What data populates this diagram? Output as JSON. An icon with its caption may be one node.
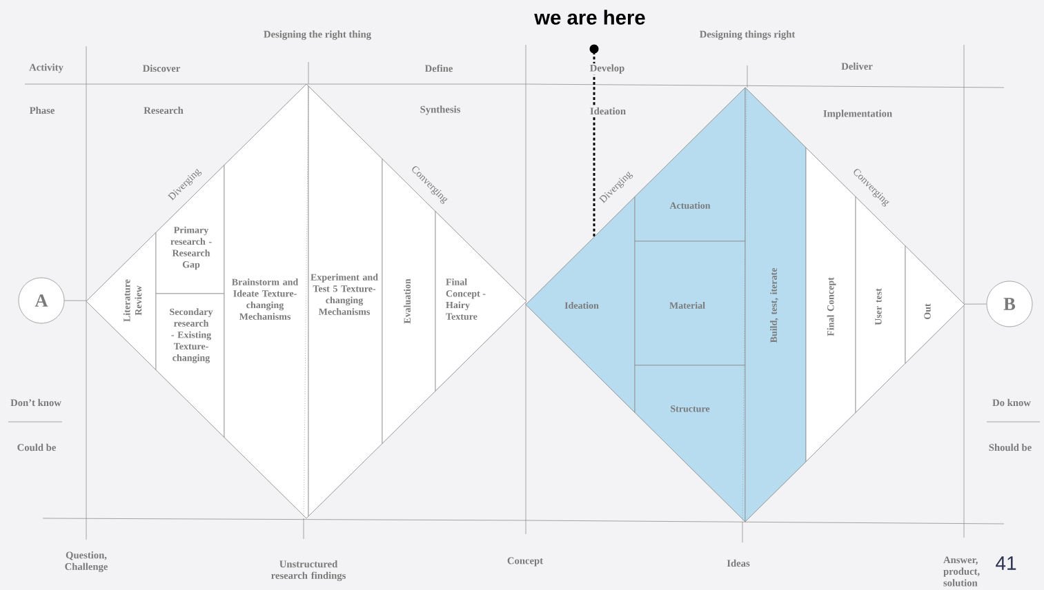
{
  "diagram": {
    "nodes": [
      {
        "text": [
          "A"
        ]
      },
      {
        "text": [],
        "shape": "diamond",
        "beside": [
          "Diverging",
          "Converging"
        ]
      },
      {
        "text": [
          "Literature Review"
        ],
        "in": 1
      },
      {
        "text": [
          "Primary research - Research Gap"
        ],
        "in": 1
      },
      {
        "text": [
          "Secondary research - Existing Texture-changing"
        ],
        "in": 1
      },
      {
        "text": [
          "Brainstorm and Ideate Texture-changing Mechanisms"
        ],
        "in": 1
      },
      {
        "text": [
          "Experiment and Test 5 Texture-changing Mechanisms"
        ],
        "in": 1
      },
      {
        "text": [
          "Evaluation"
        ],
        "in": 1
      },
      {
        "text": [
          "Final Concept - Hairy Texture"
        ],
        "in": 1
      },
      {
        "text": [],
        "shape": "diamond",
        "beside": [
          "Diverging",
          "Converging"
        ]
      },
      {
        "text": [
          "Ideation"
        ],
        "in": 9
      },
      {
        "text": [
          "Actuation"
        ],
        "in": 9
      },
      {
        "text": [
          "Material"
        ],
        "in": 9
      },
      {
        "text": [
          "Structure"
        ],
        "in": 9
      },
      {
        "text": [
          "Build, test, iterate"
        ],
        "in": 9
      },
      {
        "text": [
          "Final Concept"
        ],
        "in": 9
      },
      {
        "text": [
          "User test"
        ],
        "in": 9
      },
      {
        "text": [
          "Out"
        ],
        "in": 9
      },
      {
        "text": [
          "B"
        ]
      }
    ],
    "edges": [
      {
        "from": 0,
        "to": 1,
        "arrow": "none"
      },
      {
        "from": 9,
        "to": 18,
        "arrow": "none"
      }
    ],
    "labels": [
      "we are here",
      "Designing the right thing",
      "Designing things right",
      "Activity",
      "Discover",
      "Define",
      "Develop",
      "Deliver",
      "Phase",
      "Research",
      "Synthesis",
      "Ideation",
      "Implementation",
      "Don’t know",
      "Do know",
      "Could be",
      "Should be",
      "Question, Challenge",
      "Unstructured research findings",
      "Concept",
      "Ideas",
      "Answer, product, solution",
      "41"
    ]
  }
}
